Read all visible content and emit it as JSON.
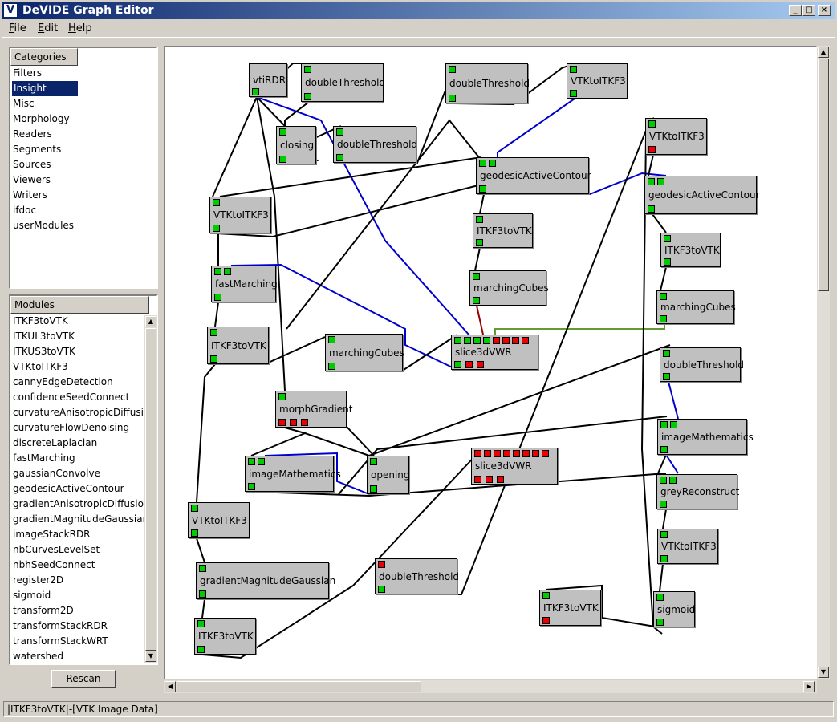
{
  "window": {
    "title": "DeVIDE Graph Editor",
    "minimize": "_",
    "maximize": "□",
    "close": "×"
  },
  "menu": [
    {
      "underline": "F",
      "rest": "ile"
    },
    {
      "underline": "E",
      "rest": "dit"
    },
    {
      "underline": "H",
      "rest": "elp"
    }
  ],
  "categories": {
    "header": "Categories",
    "items": [
      "Filters",
      "Insight",
      "Misc",
      "Morphology",
      "Readers",
      "Segments",
      "Sources",
      "Viewers",
      "Writers",
      "ifdoc",
      "userModules"
    ],
    "selected": "Insight"
  },
  "modules": {
    "header": "Modules",
    "items": [
      "ITKF3toVTK",
      "ITKUL3toVTK",
      "ITKUS3toVTK",
      "VTKtoITKF3",
      "cannyEdgeDetection",
      "confidenceSeedConnect",
      "curvatureAnisotropicDiffusion",
      "curvatureFlowDenoising",
      "discreteLaplacian",
      "fastMarching",
      "gaussianConvolve",
      "geodesicActiveContour",
      "gradientAnisotropicDiffusion",
      "gradientMagnitudeGaussian",
      "imageStackRDR",
      "nbCurvesLevelSet",
      "nbhSeedConnect",
      "register2D",
      "sigmoid",
      "transform2D",
      "transformStackRDR",
      "transformStackWRT",
      "watershed"
    ]
  },
  "rescan_label": "Rescan",
  "status_text": "|ITKF3toVTK|-[VTK Image Data]",
  "colors": {
    "port_connected": "#00cc00",
    "port_unconnected": "#ee0000",
    "link_default": "#000000",
    "link_blue": "#0000cc",
    "link_red": "#990000",
    "link_olive": "#669933"
  },
  "graph": {
    "modules": [
      {
        "label": "vtiRDR",
        "inputs": [],
        "outputs": [
          "g"
        ]
      },
      {
        "label": "doubleThreshold",
        "inputs": [
          "g"
        ],
        "outputs": [
          "g"
        ]
      },
      {
        "label": "doubleThreshold",
        "inputs": [
          "g"
        ],
        "outputs": [
          "g"
        ]
      },
      {
        "label": "VTKtoITKF3",
        "inputs": [
          "g"
        ],
        "outputs": [
          "g"
        ]
      },
      {
        "label": "closing",
        "inputs": [
          "g"
        ],
        "outputs": [
          "g"
        ]
      },
      {
        "label": "doubleThreshold",
        "inputs": [
          "g"
        ],
        "outputs": [
          "g"
        ]
      },
      {
        "label": "VTKtoITKF3",
        "inputs": [
          "g"
        ],
        "outputs": [
          "r"
        ]
      },
      {
        "label": "geodesicActiveContour",
        "inputs": [
          "g",
          "g"
        ],
        "outputs": [
          "g"
        ]
      },
      {
        "label": "geodesicActiveContour",
        "inputs": [
          "g",
          "g"
        ],
        "outputs": [
          "g"
        ]
      },
      {
        "label": "VTKtoITKF3",
        "inputs": [
          "g"
        ],
        "outputs": [
          "g"
        ]
      },
      {
        "label": "ITKF3toVTK",
        "inputs": [
          "g"
        ],
        "outputs": [
          "g"
        ]
      },
      {
        "label": "ITKF3toVTK",
        "inputs": [
          "g"
        ],
        "outputs": [
          "g"
        ]
      },
      {
        "label": "fastMarching",
        "inputs": [
          "g",
          "g"
        ],
        "outputs": [
          "g"
        ]
      },
      {
        "label": "marchingCubes",
        "inputs": [
          "g"
        ],
        "outputs": [
          "g"
        ]
      },
      {
        "label": "marchingCubes",
        "inputs": [
          "g"
        ],
        "outputs": [
          "g"
        ]
      },
      {
        "label": "ITKF3toVTK",
        "inputs": [
          "g"
        ],
        "outputs": [
          "g"
        ]
      },
      {
        "label": "marchingCubes",
        "inputs": [
          "g"
        ],
        "outputs": [
          "g"
        ]
      },
      {
        "label": "slice3dVWR",
        "inputs": [
          "g",
          "g",
          "g",
          "g",
          "r",
          "r",
          "r",
          "r"
        ],
        "outputs": [
          "g",
          "r",
          "r"
        ]
      },
      {
        "label": "doubleThreshold",
        "inputs": [
          "g"
        ],
        "outputs": [
          "g"
        ]
      },
      {
        "label": "morphGradient",
        "inputs": [
          "g"
        ],
        "outputs": [
          "r",
          "r",
          "r"
        ]
      },
      {
        "label": "imageMathematics",
        "inputs": [
          "g",
          "g"
        ],
        "outputs": [
          "g"
        ]
      },
      {
        "label": "imageMathematics",
        "inputs": [
          "g",
          "g"
        ],
        "outputs": [
          "g"
        ]
      },
      {
        "label": "opening",
        "inputs": [
          "g"
        ],
        "outputs": [
          "g"
        ]
      },
      {
        "label": "slice3dVWR",
        "inputs": [
          "r",
          "r",
          "r",
          "r",
          "r",
          "r",
          "r",
          "r"
        ],
        "outputs": [
          "r",
          "r",
          "r"
        ]
      },
      {
        "label": "greyReconstruct",
        "inputs": [
          "g",
          "g"
        ],
        "outputs": [
          "g"
        ]
      },
      {
        "label": "VTKtoITKF3",
        "inputs": [
          "g"
        ],
        "outputs": [
          "g"
        ]
      },
      {
        "label": "VTKtoITKF3",
        "inputs": [
          "g"
        ],
        "outputs": [
          "g"
        ]
      },
      {
        "label": "gradientMagnitudeGaussian",
        "inputs": [
          "g"
        ],
        "outputs": [
          "g"
        ]
      },
      {
        "label": "doubleThreshold",
        "inputs": [
          "r"
        ],
        "outputs": [
          "g"
        ]
      },
      {
        "label": "ITKF3toVTK",
        "inputs": [
          "g"
        ],
        "outputs": [
          "r"
        ]
      },
      {
        "label": "sigmoid",
        "inputs": [
          "g"
        ],
        "outputs": [
          "g"
        ]
      },
      {
        "label": "ITKF3toVTK",
        "inputs": [
          "g"
        ],
        "outputs": [
          "g"
        ]
      }
    ]
  }
}
